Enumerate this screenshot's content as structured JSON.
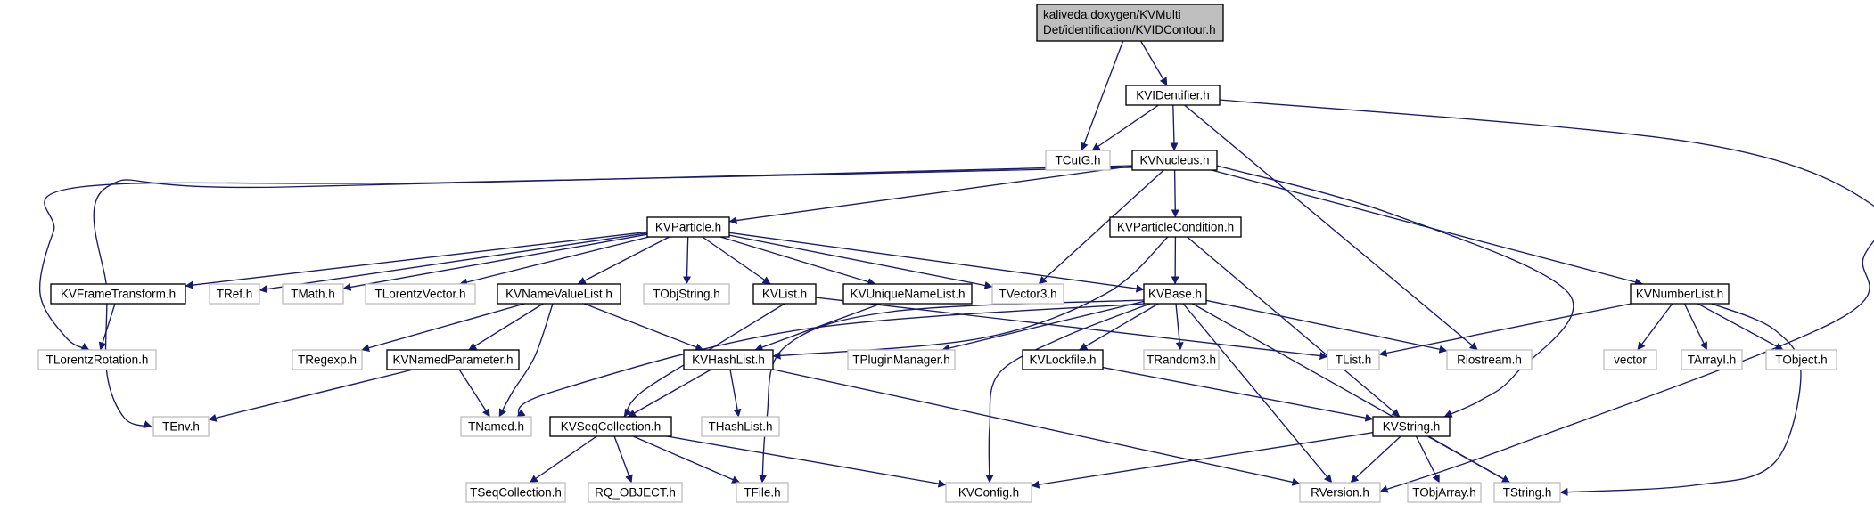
{
  "diagram": {
    "type": "include-dependency-graph",
    "colors": {
      "edge": "#191970",
      "root_fill": "#bfbfbf",
      "root_border": "#000000",
      "local_border": "#000000",
      "external_border": "#bfbfbf",
      "text": "#000000",
      "background": "#ffffff"
    },
    "nodes": [
      {
        "id": "root",
        "kind": "root",
        "lines": [
          "kaliveda.doxygen/KVMulti",
          "Det/identification/KVIDContour.h"
        ]
      },
      {
        "id": "KVIDentifier",
        "kind": "local",
        "lines": [
          "KVIDentifier.h"
        ]
      },
      {
        "id": "TCutG",
        "kind": "external",
        "lines": [
          "TCutG.h"
        ]
      },
      {
        "id": "KVNucleus",
        "kind": "local",
        "lines": [
          "KVNucleus.h"
        ]
      },
      {
        "id": "KVParticle",
        "kind": "local",
        "lines": [
          "KVParticle.h"
        ]
      },
      {
        "id": "KVParticleCondition",
        "kind": "local",
        "lines": [
          "KVParticleCondition.h"
        ]
      },
      {
        "id": "KVFrameTransform",
        "kind": "local",
        "lines": [
          "KVFrameTransform.h"
        ]
      },
      {
        "id": "TRef",
        "kind": "external",
        "lines": [
          "TRef.h"
        ]
      },
      {
        "id": "TMath",
        "kind": "external",
        "lines": [
          "TMath.h"
        ]
      },
      {
        "id": "TLorentzVector",
        "kind": "external",
        "lines": [
          "TLorentzVector.h"
        ]
      },
      {
        "id": "KVNameValueList",
        "kind": "local",
        "lines": [
          "KVNameValueList.h"
        ]
      },
      {
        "id": "TObjString",
        "kind": "external",
        "lines": [
          "TObjString.h"
        ]
      },
      {
        "id": "KVList",
        "kind": "local",
        "lines": [
          "KVList.h"
        ]
      },
      {
        "id": "KVUniqueNameList",
        "kind": "local",
        "lines": [
          "KVUniqueNameList.h"
        ]
      },
      {
        "id": "TVector3",
        "kind": "external",
        "lines": [
          "TVector3.h"
        ]
      },
      {
        "id": "KVBase",
        "kind": "local",
        "lines": [
          "KVBase.h"
        ]
      },
      {
        "id": "KVNumberList",
        "kind": "local",
        "lines": [
          "KVNumberList.h"
        ]
      },
      {
        "id": "TLorentzRotation",
        "kind": "external",
        "lines": [
          "TLorentzRotation.h"
        ]
      },
      {
        "id": "TRegexp",
        "kind": "external",
        "lines": [
          "TRegexp.h"
        ]
      },
      {
        "id": "KVNamedParameter",
        "kind": "local",
        "lines": [
          "KVNamedParameter.h"
        ]
      },
      {
        "id": "KVHashList",
        "kind": "local",
        "lines": [
          "KVHashList.h"
        ]
      },
      {
        "id": "TPluginManager",
        "kind": "external",
        "lines": [
          "TPluginManager.h"
        ]
      },
      {
        "id": "KVLockfile",
        "kind": "local",
        "lines": [
          "KVLockfile.h"
        ]
      },
      {
        "id": "TRandom3",
        "kind": "external",
        "lines": [
          "TRandom3.h"
        ]
      },
      {
        "id": "TList",
        "kind": "external",
        "lines": [
          "TList.h"
        ]
      },
      {
        "id": "Riostream",
        "kind": "external",
        "lines": [
          "Riostream.h"
        ]
      },
      {
        "id": "vector",
        "kind": "external",
        "lines": [
          "vector"
        ]
      },
      {
        "id": "TArrayI",
        "kind": "external",
        "lines": [
          "TArrayI.h"
        ]
      },
      {
        "id": "TObject",
        "kind": "external",
        "lines": [
          "TObject.h"
        ]
      },
      {
        "id": "TEnv",
        "kind": "external",
        "lines": [
          "TEnv.h"
        ]
      },
      {
        "id": "TNamed",
        "kind": "external",
        "lines": [
          "TNamed.h"
        ]
      },
      {
        "id": "KVSeqCollection",
        "kind": "local",
        "lines": [
          "KVSeqCollection.h"
        ]
      },
      {
        "id": "THashList",
        "kind": "external",
        "lines": [
          "THashList.h"
        ]
      },
      {
        "id": "KVString",
        "kind": "local",
        "lines": [
          "KVString.h"
        ]
      },
      {
        "id": "TSeqCollection",
        "kind": "external",
        "lines": [
          "TSeqCollection.h"
        ]
      },
      {
        "id": "RQ_OBJECT",
        "kind": "external",
        "lines": [
          "RQ_OBJECT.h"
        ]
      },
      {
        "id": "TFile",
        "kind": "external",
        "lines": [
          "TFile.h"
        ]
      },
      {
        "id": "KVConfig",
        "kind": "external",
        "lines": [
          "KVConfig.h"
        ]
      },
      {
        "id": "RVersion",
        "kind": "external",
        "lines": [
          "RVersion.h"
        ]
      },
      {
        "id": "TObjArray",
        "kind": "external",
        "lines": [
          "TObjArray.h"
        ]
      },
      {
        "id": "TString",
        "kind": "external",
        "lines": [
          "TString.h"
        ]
      }
    ],
    "edges": [
      [
        "root",
        "KVIDentifier"
      ],
      [
        "root",
        "TCutG"
      ],
      [
        "KVIDentifier",
        "TCutG"
      ],
      [
        "KVIDentifier",
        "KVNucleus"
      ],
      [
        "KVIDentifier",
        "Riostream"
      ],
      [
        "KVIDentifier",
        "RVersion"
      ],
      [
        "KVNucleus",
        "KVParticle"
      ],
      [
        "KVNucleus",
        "KVParticleCondition"
      ],
      [
        "KVNucleus",
        "TEnv"
      ],
      [
        "KVNucleus",
        "TLorentzRotation"
      ],
      [
        "KVNucleus",
        "TVector3"
      ],
      [
        "KVNucleus",
        "KVNumberList"
      ],
      [
        "KVNucleus",
        "KVString"
      ],
      [
        "KVParticle",
        "KVFrameTransform"
      ],
      [
        "KVParticle",
        "TRef"
      ],
      [
        "KVParticle",
        "TMath"
      ],
      [
        "KVParticle",
        "TLorentzVector"
      ],
      [
        "KVParticle",
        "KVNameValueList"
      ],
      [
        "KVParticle",
        "TObjString"
      ],
      [
        "KVParticle",
        "KVList"
      ],
      [
        "KVParticle",
        "KVUniqueNameList"
      ],
      [
        "KVParticle",
        "TVector3"
      ],
      [
        "KVParticle",
        "KVBase"
      ],
      [
        "KVParticleCondition",
        "KVBase"
      ],
      [
        "KVParticleCondition",
        "KVHashList"
      ],
      [
        "KVParticleCondition",
        "KVString"
      ],
      [
        "KVFrameTransform",
        "TLorentzRotation"
      ],
      [
        "KVNameValueList",
        "TRegexp"
      ],
      [
        "KVNameValueList",
        "KVNamedParameter"
      ],
      [
        "KVNameValueList",
        "TNamed"
      ],
      [
        "KVNameValueList",
        "KVHashList"
      ],
      [
        "KVList",
        "KVSeqCollection"
      ],
      [
        "KVList",
        "TList"
      ],
      [
        "KVUniqueNameList",
        "KVHashList"
      ],
      [
        "KVBase",
        "TNamed"
      ],
      [
        "KVBase",
        "TPluginManager"
      ],
      [
        "KVBase",
        "KVLockfile"
      ],
      [
        "KVBase",
        "TRandom3"
      ],
      [
        "KVBase",
        "Riostream"
      ],
      [
        "KVBase",
        "TFile"
      ],
      [
        "KVBase",
        "KVConfig"
      ],
      [
        "KVBase",
        "RVersion"
      ],
      [
        "KVBase",
        "TString"
      ],
      [
        "KVNumberList",
        "TList"
      ],
      [
        "KVNumberList",
        "vector"
      ],
      [
        "KVNumberList",
        "TArrayI"
      ],
      [
        "KVNumberList",
        "TObject"
      ],
      [
        "KVNumberList",
        "TString"
      ],
      [
        "KVNamedParameter",
        "TNamed"
      ],
      [
        "KVNamedParameter",
        "TEnv"
      ],
      [
        "KVHashList",
        "KVSeqCollection"
      ],
      [
        "KVHashList",
        "THashList"
      ],
      [
        "KVHashList",
        "RVersion"
      ],
      [
        "KVLockfile",
        "KVString"
      ],
      [
        "KVSeqCollection",
        "TSeqCollection"
      ],
      [
        "KVSeqCollection",
        "RQ_OBJECT"
      ],
      [
        "KVSeqCollection",
        "TFile"
      ],
      [
        "KVSeqCollection",
        "KVConfig"
      ],
      [
        "KVString",
        "KVConfig"
      ],
      [
        "KVString",
        "RVersion"
      ],
      [
        "KVString",
        "TObjArray"
      ],
      [
        "KVString",
        "TString"
      ]
    ]
  }
}
